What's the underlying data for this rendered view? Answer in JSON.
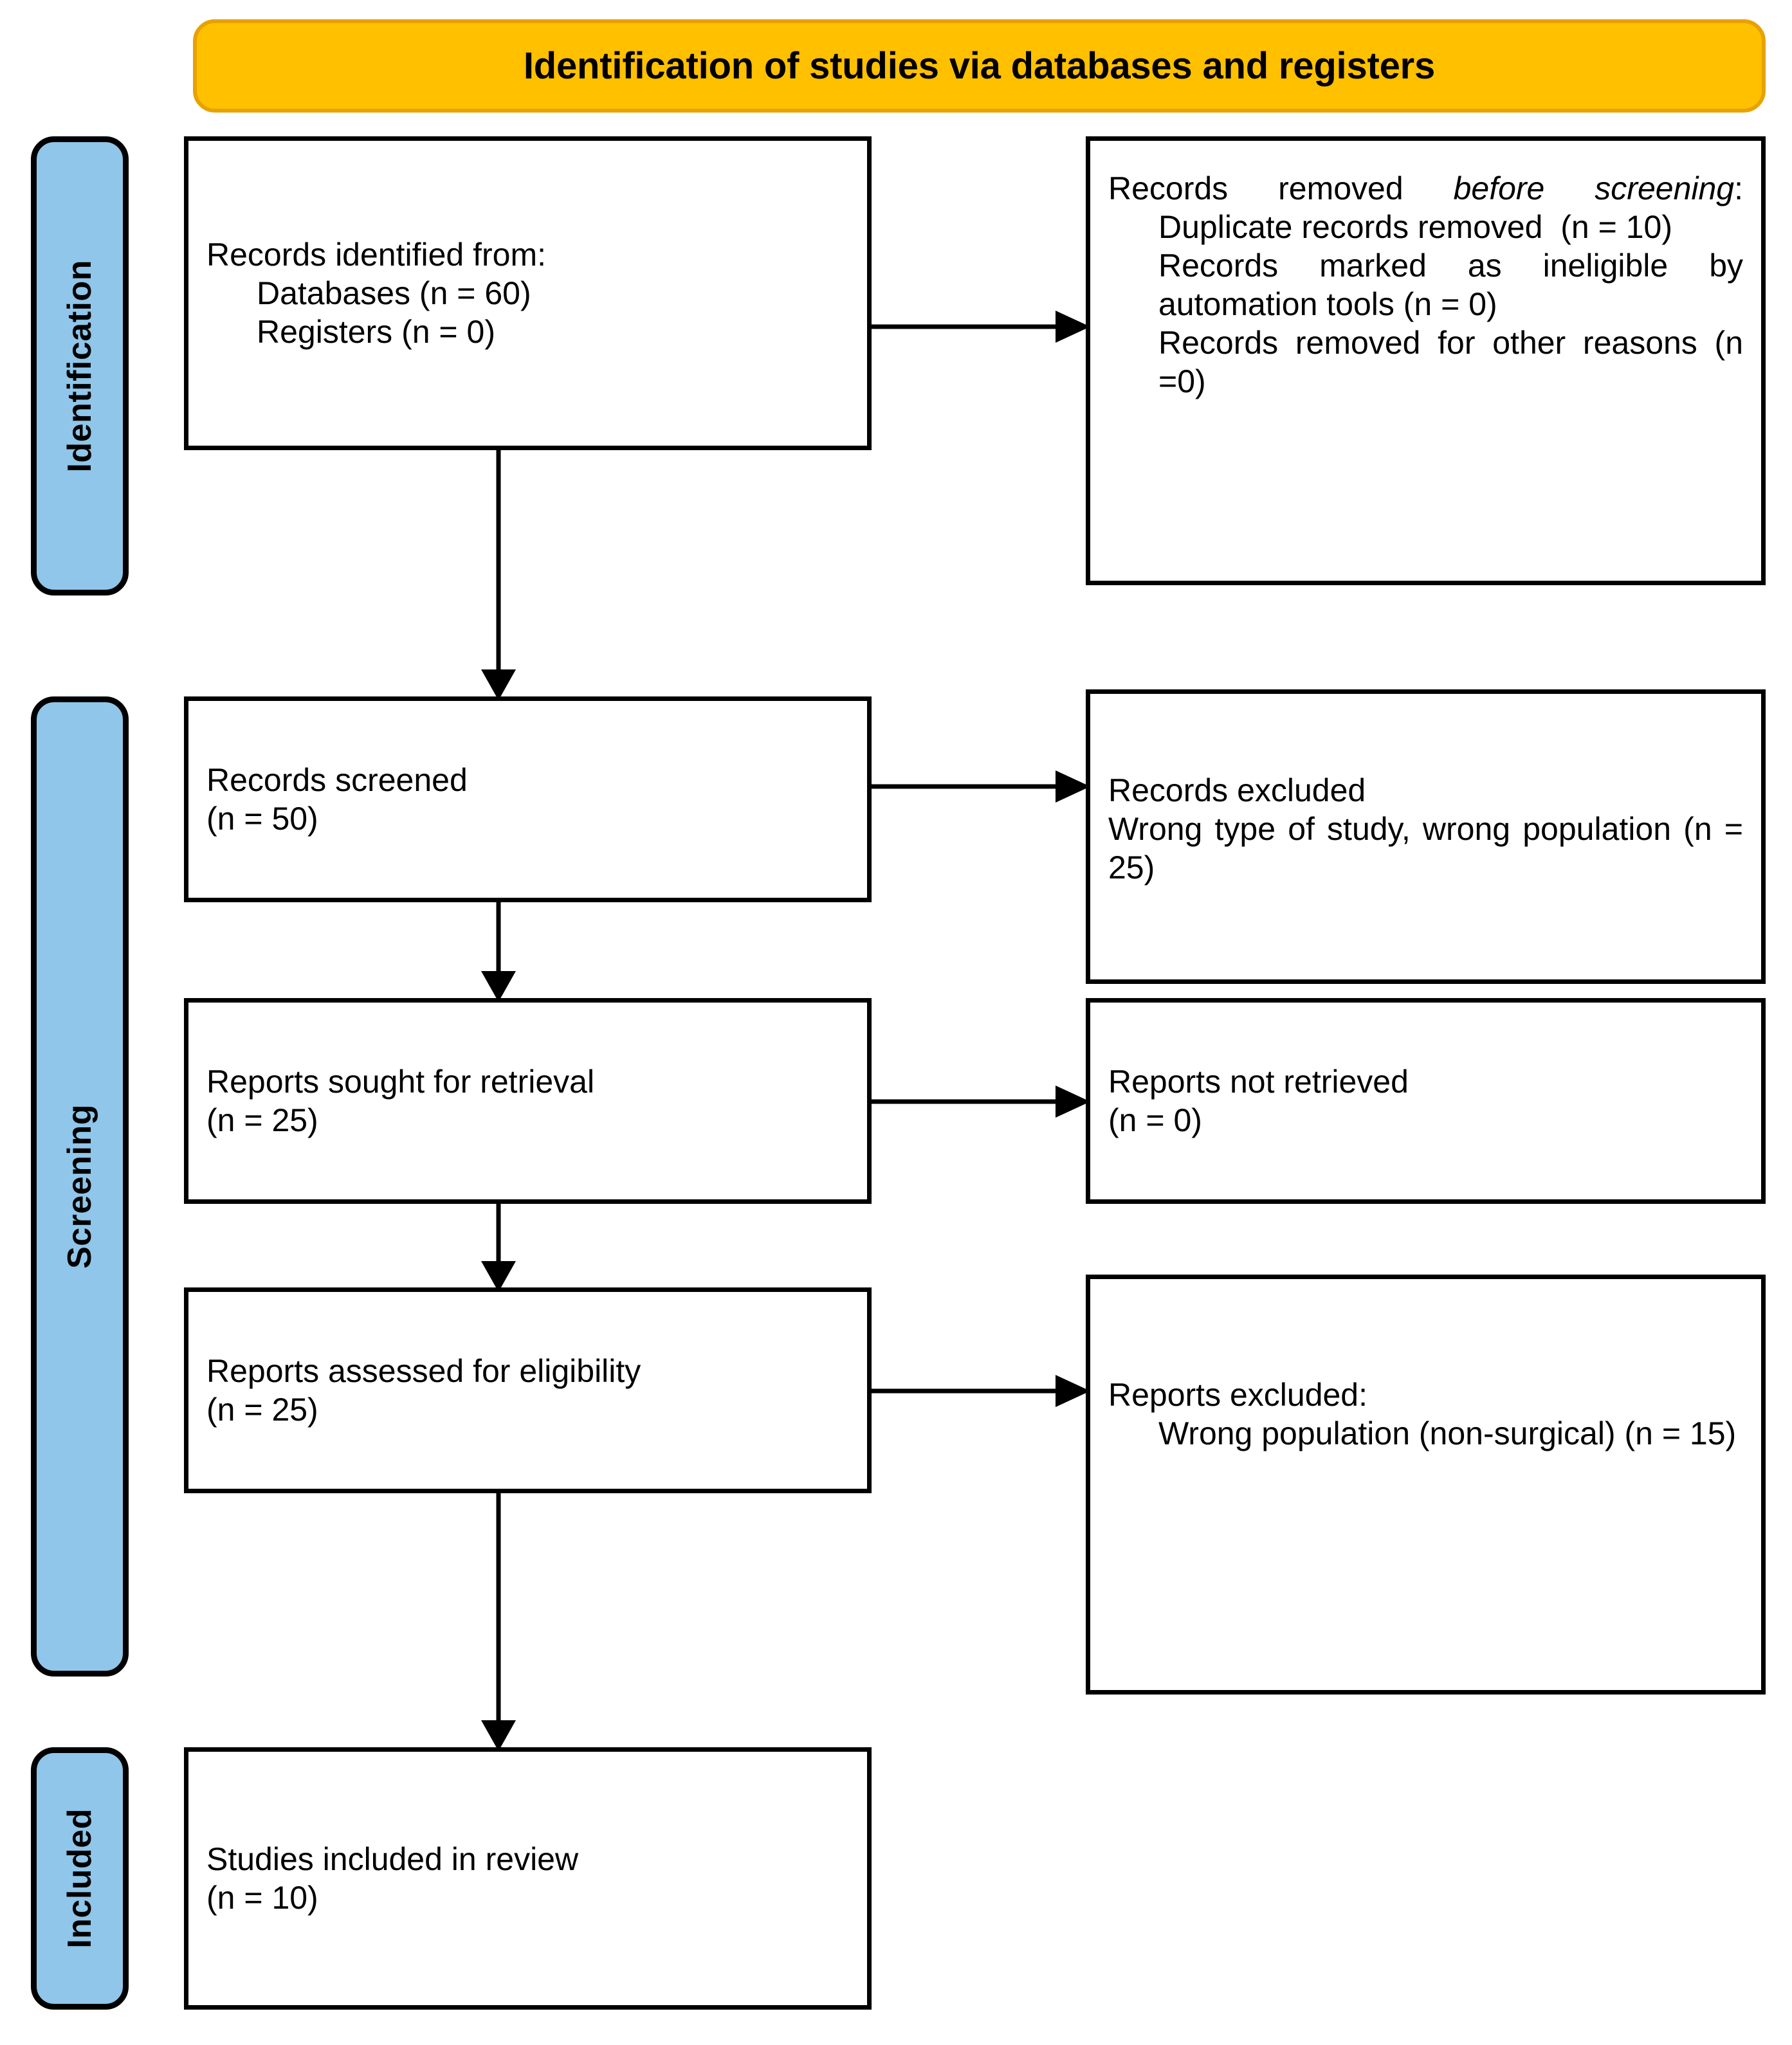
{
  "header": {
    "title": "Identification of studies via databases and registers",
    "fill": "#ffc000",
    "border": "#e8a200"
  },
  "stages": [
    {
      "id": "identification",
      "label": "Identification",
      "fill": "#8fc6ea"
    },
    {
      "id": "screening",
      "label": "Screening",
      "fill": "#8fc6ea"
    },
    {
      "id": "included",
      "label": "Included",
      "fill": "#8fc6ea"
    }
  ],
  "boxes": {
    "identified": {
      "line1": "Records identified from:",
      "line2": "Databases (n = 60)",
      "line3": "Registers (n = 0)"
    },
    "removed": {
      "heading_pre": "Records removed ",
      "heading_em": "before screening",
      "heading_post": ":",
      "item1": "Duplicate records removed  (n = 10)",
      "item2": "Records marked as ineligible by automation tools (n = 0)",
      "item3": "Records removed for other reasons (n =0)"
    },
    "screened": {
      "line1": "Records screened",
      "line2": "(n = 50)"
    },
    "records_excluded": {
      "line1": "Records excluded",
      "line2": "Wrong type of study, wrong population (n = 25)"
    },
    "sought": {
      "line1": "Reports sought for retrieval",
      "line2": "(n = 25)"
    },
    "not_retrieved": {
      "line1": "Reports not retrieved",
      "line2": "(n = 0)"
    },
    "assessed": {
      "line1": "Reports assessed for eligibility",
      "line2": "(n = 25)"
    },
    "reports_excluded": {
      "line1": "Reports excluded:",
      "line2": "Wrong population (non-surgical) (n = 15)"
    },
    "included": {
      "line1": "Studies included in review",
      "line2": "(n = 10)"
    }
  },
  "chart_data": {
    "type": "diagram",
    "title": "PRISMA 2020 flow diagram",
    "subtitle": "Identification of studies via databases and registers",
    "nodes": [
      {
        "id": "identified",
        "stage": "Identification",
        "column": "left",
        "label": "Records identified from: Databases (n = 60); Registers (n = 0)",
        "n": 60
      },
      {
        "id": "removed",
        "stage": "Identification",
        "column": "right",
        "label": "Records removed before screening: Duplicate records removed (n = 10); Records marked as ineligible by automation tools (n = 0); Records removed for other reasons (n = 0)",
        "n": 10
      },
      {
        "id": "screened",
        "stage": "Screening",
        "column": "left",
        "label": "Records screened",
        "n": 50
      },
      {
        "id": "records_excluded",
        "stage": "Screening",
        "column": "right",
        "label": "Records excluded — Wrong type of study, wrong population",
        "n": 25
      },
      {
        "id": "sought",
        "stage": "Screening",
        "column": "left",
        "label": "Reports sought for retrieval",
        "n": 25
      },
      {
        "id": "not_retrieved",
        "stage": "Screening",
        "column": "right",
        "label": "Reports not retrieved",
        "n": 0
      },
      {
        "id": "assessed",
        "stage": "Screening",
        "column": "left",
        "label": "Reports assessed for eligibility",
        "n": 25
      },
      {
        "id": "reports_excluded",
        "stage": "Screening",
        "column": "right",
        "label": "Reports excluded: Wrong population (non-surgical)",
        "n": 15
      },
      {
        "id": "included",
        "stage": "Included",
        "column": "left",
        "label": "Studies included in review",
        "n": 10
      }
    ],
    "edges": [
      {
        "from": "identified",
        "to": "removed",
        "direction": "right"
      },
      {
        "from": "identified",
        "to": "screened",
        "direction": "down"
      },
      {
        "from": "screened",
        "to": "records_excluded",
        "direction": "right"
      },
      {
        "from": "screened",
        "to": "sought",
        "direction": "down"
      },
      {
        "from": "sought",
        "to": "not_retrieved",
        "direction": "right"
      },
      {
        "from": "sought",
        "to": "assessed",
        "direction": "down"
      },
      {
        "from": "assessed",
        "to": "reports_excluded",
        "direction": "right"
      },
      {
        "from": "assessed",
        "to": "included",
        "direction": "down"
      }
    ]
  }
}
